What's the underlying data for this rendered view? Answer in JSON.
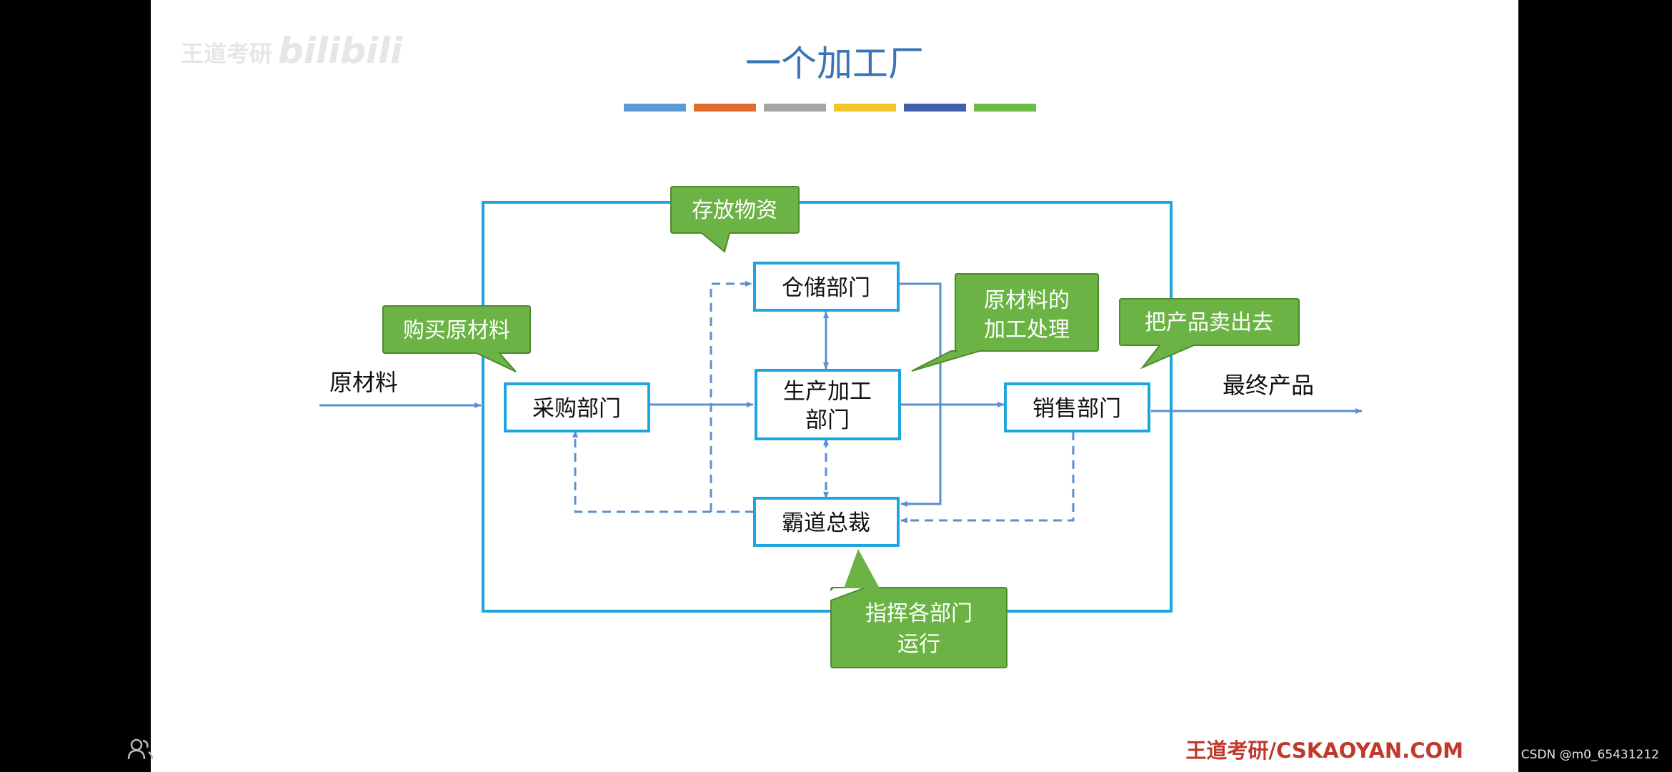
{
  "slide": {
    "title": "一个加工厂",
    "title_color": "#3b74b6",
    "color_bar": [
      "#5b9bd5",
      "#e36b2b",
      "#a5a5a5",
      "#f2c32c",
      "#3f5faa",
      "#6bbd45"
    ]
  },
  "watermark": {
    "text": "王道考研",
    "brand": "bilibili"
  },
  "diagram": {
    "input_label": "原材料",
    "output_label": "最终产品",
    "nodes": {
      "purchase": "采购部门",
      "warehouse": "仓储部门",
      "production_line1": "生产加工",
      "production_line2": "部门",
      "sales": "销售部门",
      "ceo": "霸道总裁"
    },
    "callouts": {
      "purchase": "购买原材料",
      "warehouse": "存放物资",
      "production_line1": "原材料的",
      "production_line2": "加工处理",
      "sales": "把产品卖出去",
      "ceo_line1": "指挥各部门",
      "ceo_line2": "运行"
    },
    "colors": {
      "box_border": "#1ea5e0",
      "arrow": "#5b8fd0",
      "callout_fill": "#6ab344",
      "callout_stroke": "#4f8a2e"
    }
  },
  "footer": {
    "logo": "王道考研/CSKAOYAN.COM",
    "logo_color": "#c0392b"
  },
  "overlay": {
    "csdn_credit": "CSDN @m0_65431212"
  }
}
